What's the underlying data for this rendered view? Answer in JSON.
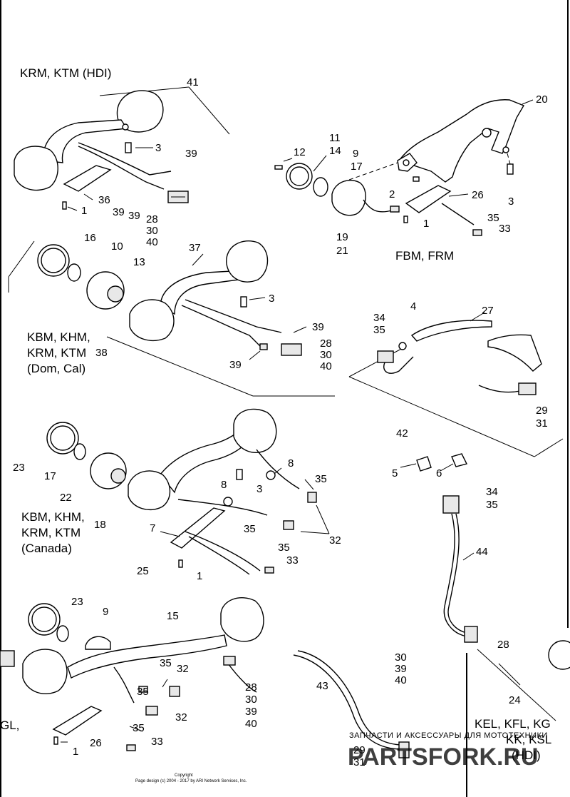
{
  "model_labels": {
    "top_left": "KRM, KTM (HDI)",
    "top_right": "FBM, FRM",
    "mid_left_1": "KBM, KHM,",
    "mid_left_2": "KRM, KTM",
    "mid_left_3": "(Dom, Cal)",
    "canada_1": "KBM, KHM,",
    "canada_2": "KRM, KTM",
    "canada_3": "(Canada)",
    "bottom_left": "GL,",
    "bottom_right_1": "KEL, KFL, KG",
    "bottom_right_2": "KK, KSL",
    "bottom_right_3": "(HDI)"
  },
  "callouts": [
    {
      "id": "c41",
      "text": "41"
    },
    {
      "id": "c3a",
      "text": "3"
    },
    {
      "id": "c39a",
      "text": "39"
    },
    {
      "id": "c36",
      "text": "36"
    },
    {
      "id": "c1a",
      "text": "1"
    },
    {
      "id": "c39b",
      "text": "39"
    },
    {
      "id": "c39c",
      "text": "39"
    },
    {
      "id": "c28a",
      "text": "28"
    },
    {
      "id": "c30a",
      "text": "30"
    },
    {
      "id": "c40a",
      "text": "40"
    },
    {
      "id": "c20",
      "text": "20"
    },
    {
      "id": "c11",
      "text": "11"
    },
    {
      "id": "c14",
      "text": "14"
    },
    {
      "id": "c12",
      "text": "12"
    },
    {
      "id": "c9a",
      "text": "9"
    },
    {
      "id": "c17a",
      "text": "17"
    },
    {
      "id": "c2",
      "text": "2"
    },
    {
      "id": "c26a",
      "text": "26"
    },
    {
      "id": "c3b",
      "text": "3"
    },
    {
      "id": "c35a",
      "text": "35"
    },
    {
      "id": "c1b",
      "text": "1"
    },
    {
      "id": "c33a",
      "text": "33"
    },
    {
      "id": "c19",
      "text": "19"
    },
    {
      "id": "c21",
      "text": "21"
    },
    {
      "id": "c16",
      "text": "16"
    },
    {
      "id": "c10",
      "text": "10"
    },
    {
      "id": "c13",
      "text": "13"
    },
    {
      "id": "c37",
      "text": "37"
    },
    {
      "id": "c3c",
      "text": "3"
    },
    {
      "id": "c39d",
      "text": "39"
    },
    {
      "id": "c28b",
      "text": "28"
    },
    {
      "id": "c30b",
      "text": "30"
    },
    {
      "id": "c40b",
      "text": "40"
    },
    {
      "id": "c39e",
      "text": "39"
    },
    {
      "id": "c38",
      "text": "38"
    },
    {
      "id": "c4",
      "text": "4"
    },
    {
      "id": "c34a",
      "text": "34"
    },
    {
      "id": "c35b",
      "text": "35"
    },
    {
      "id": "c27",
      "text": "27"
    },
    {
      "id": "c29a",
      "text": "29"
    },
    {
      "id": "c31a",
      "text": "31"
    },
    {
      "id": "c42",
      "text": "42"
    },
    {
      "id": "c5",
      "text": "5"
    },
    {
      "id": "c6",
      "text": "6"
    },
    {
      "id": "c23a",
      "text": "23"
    },
    {
      "id": "c17b",
      "text": "17"
    },
    {
      "id": "c22",
      "text": "22"
    },
    {
      "id": "c8a",
      "text": "8"
    },
    {
      "id": "c35c",
      "text": "35"
    },
    {
      "id": "c8b",
      "text": "8"
    },
    {
      "id": "c3d",
      "text": "3"
    },
    {
      "id": "c18",
      "text": "18"
    },
    {
      "id": "c35d",
      "text": "35"
    },
    {
      "id": "c7",
      "text": "7"
    },
    {
      "id": "c32a",
      "text": "32"
    },
    {
      "id": "c35e",
      "text": "35"
    },
    {
      "id": "c33b",
      "text": "33"
    },
    {
      "id": "c25",
      "text": "25"
    },
    {
      "id": "c1c",
      "text": "1"
    },
    {
      "id": "c34b",
      "text": "34"
    },
    {
      "id": "c35f",
      "text": "35"
    },
    {
      "id": "c44",
      "text": "44"
    },
    {
      "id": "c28c",
      "text": "28"
    },
    {
      "id": "c23b",
      "text": "23"
    },
    {
      "id": "c9b",
      "text": "9"
    },
    {
      "id": "c15",
      "text": "15"
    },
    {
      "id": "c35g",
      "text": "35"
    },
    {
      "id": "c32b",
      "text": "32"
    },
    {
      "id": "c35h",
      "text": "35"
    },
    {
      "id": "c32c",
      "text": "32"
    },
    {
      "id": "c26b",
      "text": "26"
    },
    {
      "id": "c35i",
      "text": "35"
    },
    {
      "id": "c33c",
      "text": "33"
    },
    {
      "id": "c1d",
      "text": "1"
    },
    {
      "id": "c28d",
      "text": "28"
    },
    {
      "id": "c30c",
      "text": "30"
    },
    {
      "id": "c39f",
      "text": "39"
    },
    {
      "id": "c40c",
      "text": "40"
    },
    {
      "id": "c43",
      "text": "43"
    },
    {
      "id": "c30d",
      "text": "30"
    },
    {
      "id": "c39g",
      "text": "39"
    },
    {
      "id": "c40d",
      "text": "40"
    },
    {
      "id": "c29b",
      "text": "29"
    },
    {
      "id": "c31b",
      "text": "31"
    },
    {
      "id": "c24",
      "text": "24"
    }
  ],
  "watermark": {
    "text": "ЗАПЧАСТИ И АКСЕССУАРЫ ДЛЯ МОТОТЕХНИКИ",
    "logo": "PARTSFORK.RU"
  },
  "footer": {
    "copyright_1": "Copyright",
    "copyright_2": "Page design (c) 2004 - 2017 by ARI Network Services, Inc."
  }
}
